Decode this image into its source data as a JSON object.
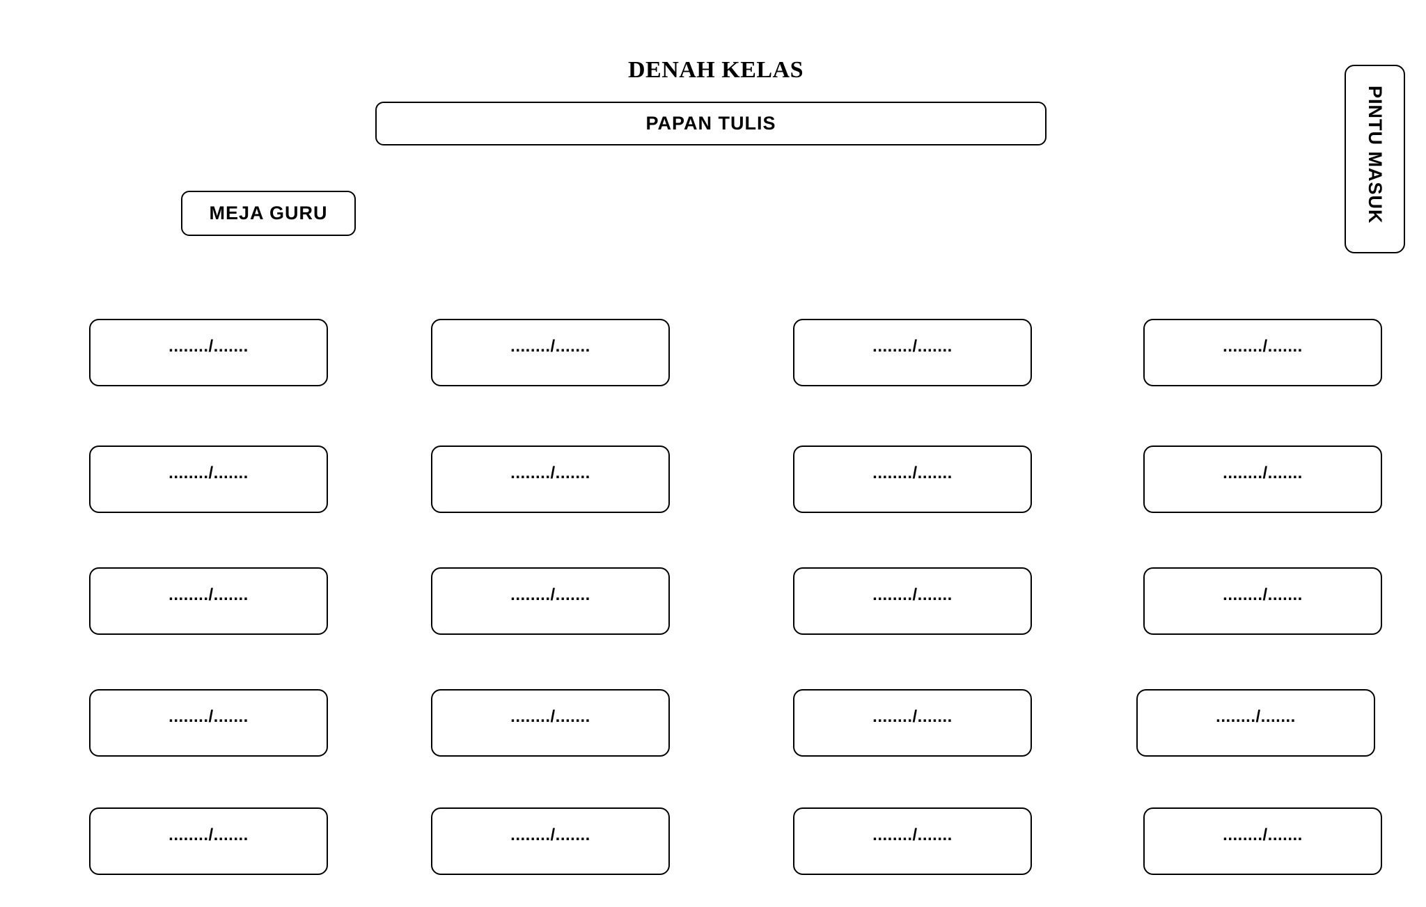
{
  "title": "DENAH KELAS",
  "board": "PAPAN TULIS",
  "teacher_desk": "MEJA GURU",
  "door": "PINTU MASUK",
  "desks": [
    [
      "......../.......",
      "......../.......",
      "......../.......",
      "......../......."
    ],
    [
      "......../.......",
      "......../.......",
      "......../.......",
      "......../......."
    ],
    [
      "......../.......",
      "......../.......",
      "......../.......",
      "......../......."
    ],
    [
      "......../.......",
      "......../.......",
      "......../.......",
      "......../......."
    ],
    [
      "......../.......",
      "......../.......",
      "......../.......",
      "......../......."
    ]
  ]
}
